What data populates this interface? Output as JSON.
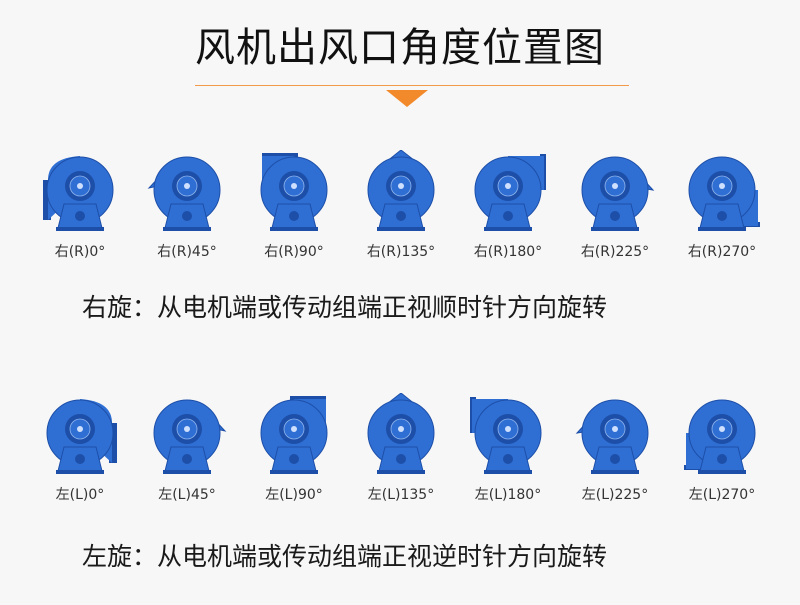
{
  "title": "风机出风口角度位置图",
  "colors": {
    "background": "#f7f7f7",
    "accent_orange": "#f28a2c",
    "fan_blue": "#2f6fd4",
    "fan_blue_dark": "#1d4fa8"
  },
  "right_rotation": {
    "fans": [
      {
        "label": "右(R)0°",
        "angle": 0
      },
      {
        "label": "右(R)45°",
        "angle": 45
      },
      {
        "label": "右(R)90°",
        "angle": 90
      },
      {
        "label": "右(R)135°",
        "angle": 135
      },
      {
        "label": "右(R)180°",
        "angle": 180
      },
      {
        "label": "右(R)225°",
        "angle": 225
      },
      {
        "label": "右(R)270°",
        "angle": 270
      }
    ],
    "caption": "右旋：从电机端或传动组端正视顺时针方向旋转"
  },
  "left_rotation": {
    "fans": [
      {
        "label": "左(L)0°",
        "angle": 0
      },
      {
        "label": "左(L)45°",
        "angle": 45
      },
      {
        "label": "左(L)90°",
        "angle": 90
      },
      {
        "label": "左(L)135°",
        "angle": 135
      },
      {
        "label": "左(L)180°",
        "angle": 180
      },
      {
        "label": "左(L)225°",
        "angle": 225
      },
      {
        "label": "左(L)270°",
        "angle": 270
      }
    ],
    "caption": "左旋：从电机端或传动组端正视逆时针方向旋转"
  }
}
